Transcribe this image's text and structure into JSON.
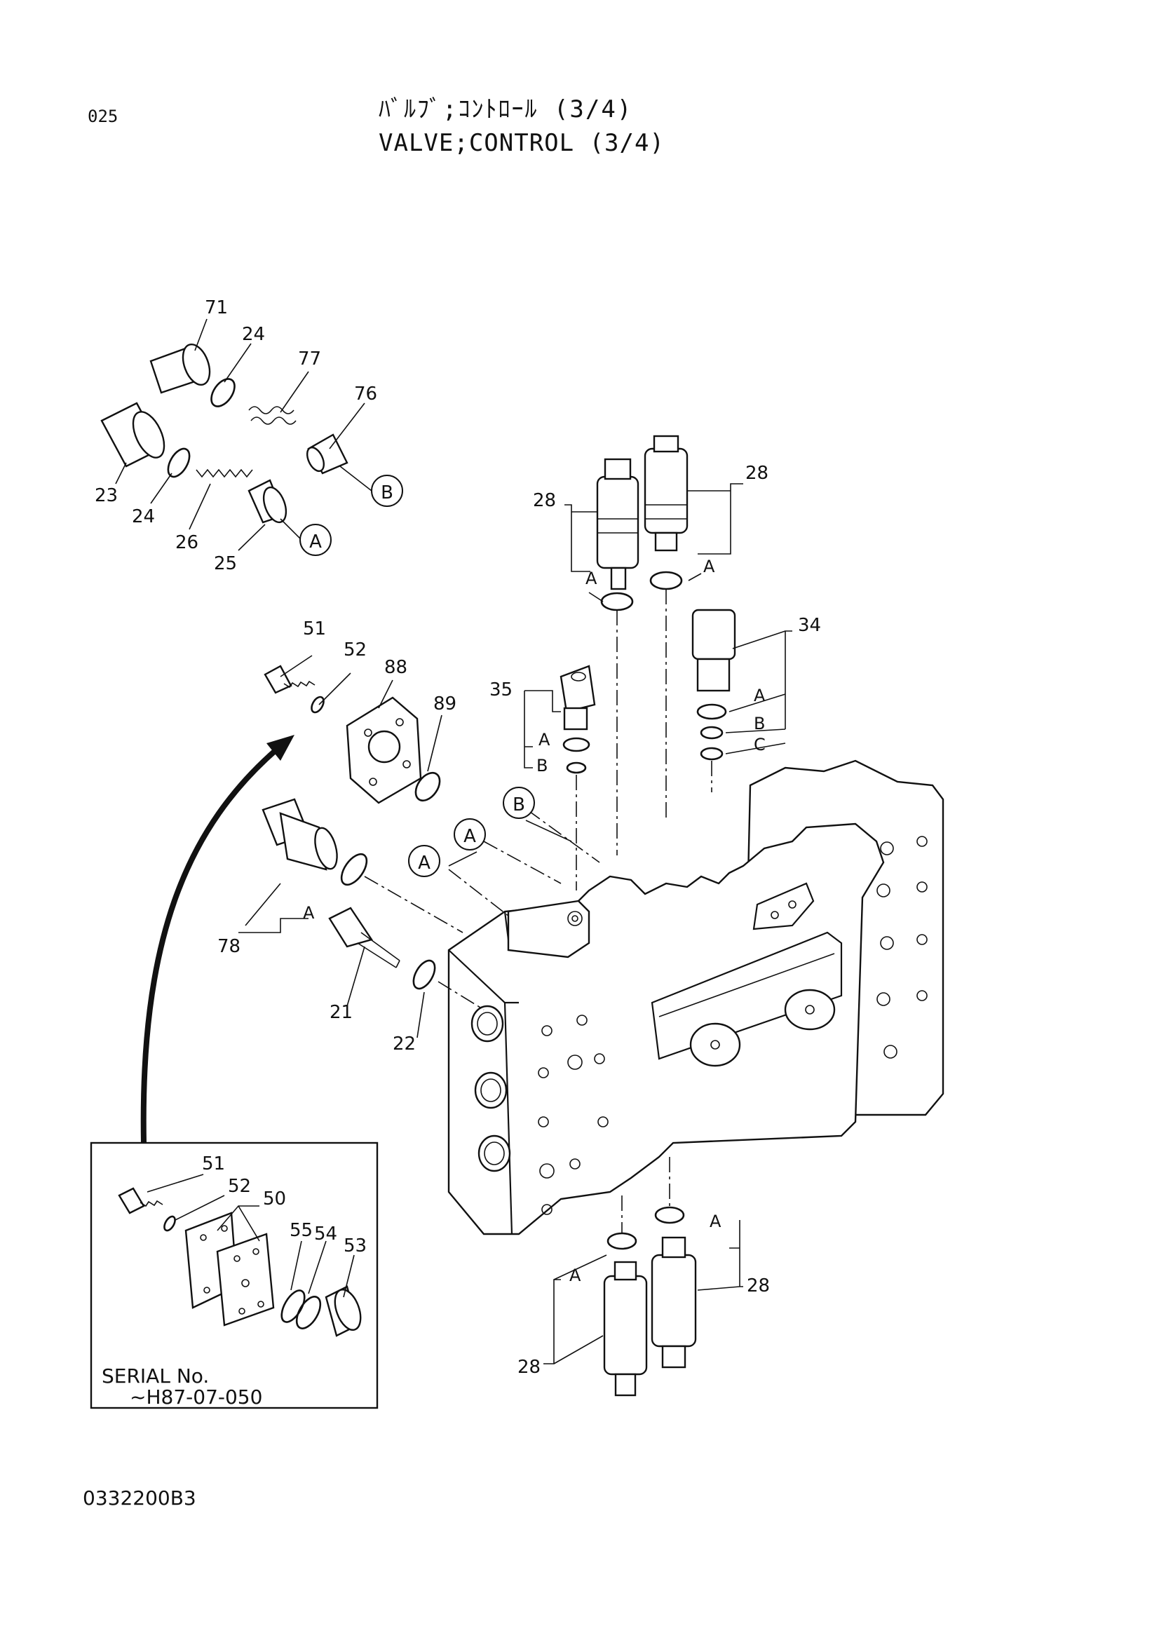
{
  "header": {
    "page_number": "025",
    "title_jp": "ﾊﾞﾙﾌﾞ;ｺﾝﾄﾛｰﾙ (3/4)",
    "title_en": "VALVE;CONTROL (3/4)"
  },
  "footer": {
    "drawing_code": "0332200B3"
  },
  "inset": {
    "serial_label": "SERIAL No.",
    "serial_range": "~H87-07-050"
  },
  "callouts": {
    "p71": "71",
    "p24a": "24",
    "p77": "77",
    "p76": "76",
    "p23": "23",
    "p24b": "24",
    "p26": "26",
    "p25": "25",
    "p28a": "28",
    "p28b": "28",
    "p34": "34",
    "p35": "35",
    "p51": "51",
    "p52": "52",
    "p88": "88",
    "p89": "89",
    "p78": "78",
    "p21": "21",
    "p22": "22",
    "p28c": "28",
    "p28d": "28",
    "i51": "51",
    "i52": "52",
    "i50": "50",
    "i55": "55",
    "i54": "54",
    "i53": "53"
  },
  "letters": {
    "A": "A",
    "B": "B",
    "C": "C"
  }
}
